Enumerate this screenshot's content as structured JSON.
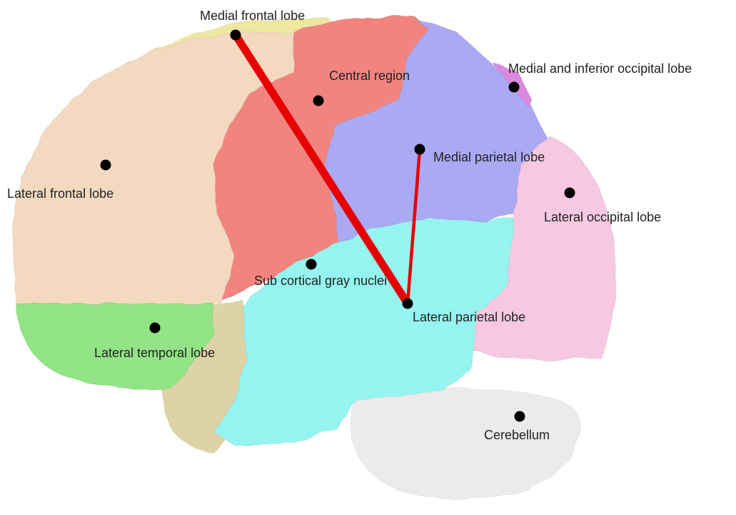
{
  "diagram": {
    "colors": {
      "frontal": "#f1d6bb",
      "frontal_rim": "#ede59a",
      "central": "#f07a74",
      "parietal_medial": "#a3a2f2",
      "parietal_lateral": "#8ef4ef",
      "occipital": "#f6c4df",
      "occipital_medial": "#d77fdc",
      "temporal": "#89e27b",
      "temporal_back": "#dccfa0",
      "cerebellum": "#eaeaea",
      "connection": "#e60000",
      "node": "#000000"
    },
    "labels": {
      "medial_frontal": "Medial frontal lobe",
      "central_region": "Central region",
      "medial_inferior_occipital": "Medial and inferior occipital lobe",
      "lateral_frontal": "Lateral frontal lobe",
      "medial_parietal": "Medial parietal lobe",
      "lateral_occipital": "Lateral occipital lobe",
      "sub_cortical": "Sub cortical gray nuclei",
      "lateral_parietal": "Lateral parietal lobe",
      "lateral_temporal": "Lateral temporal lobe",
      "cerebellum": "Cerebellum"
    }
  }
}
